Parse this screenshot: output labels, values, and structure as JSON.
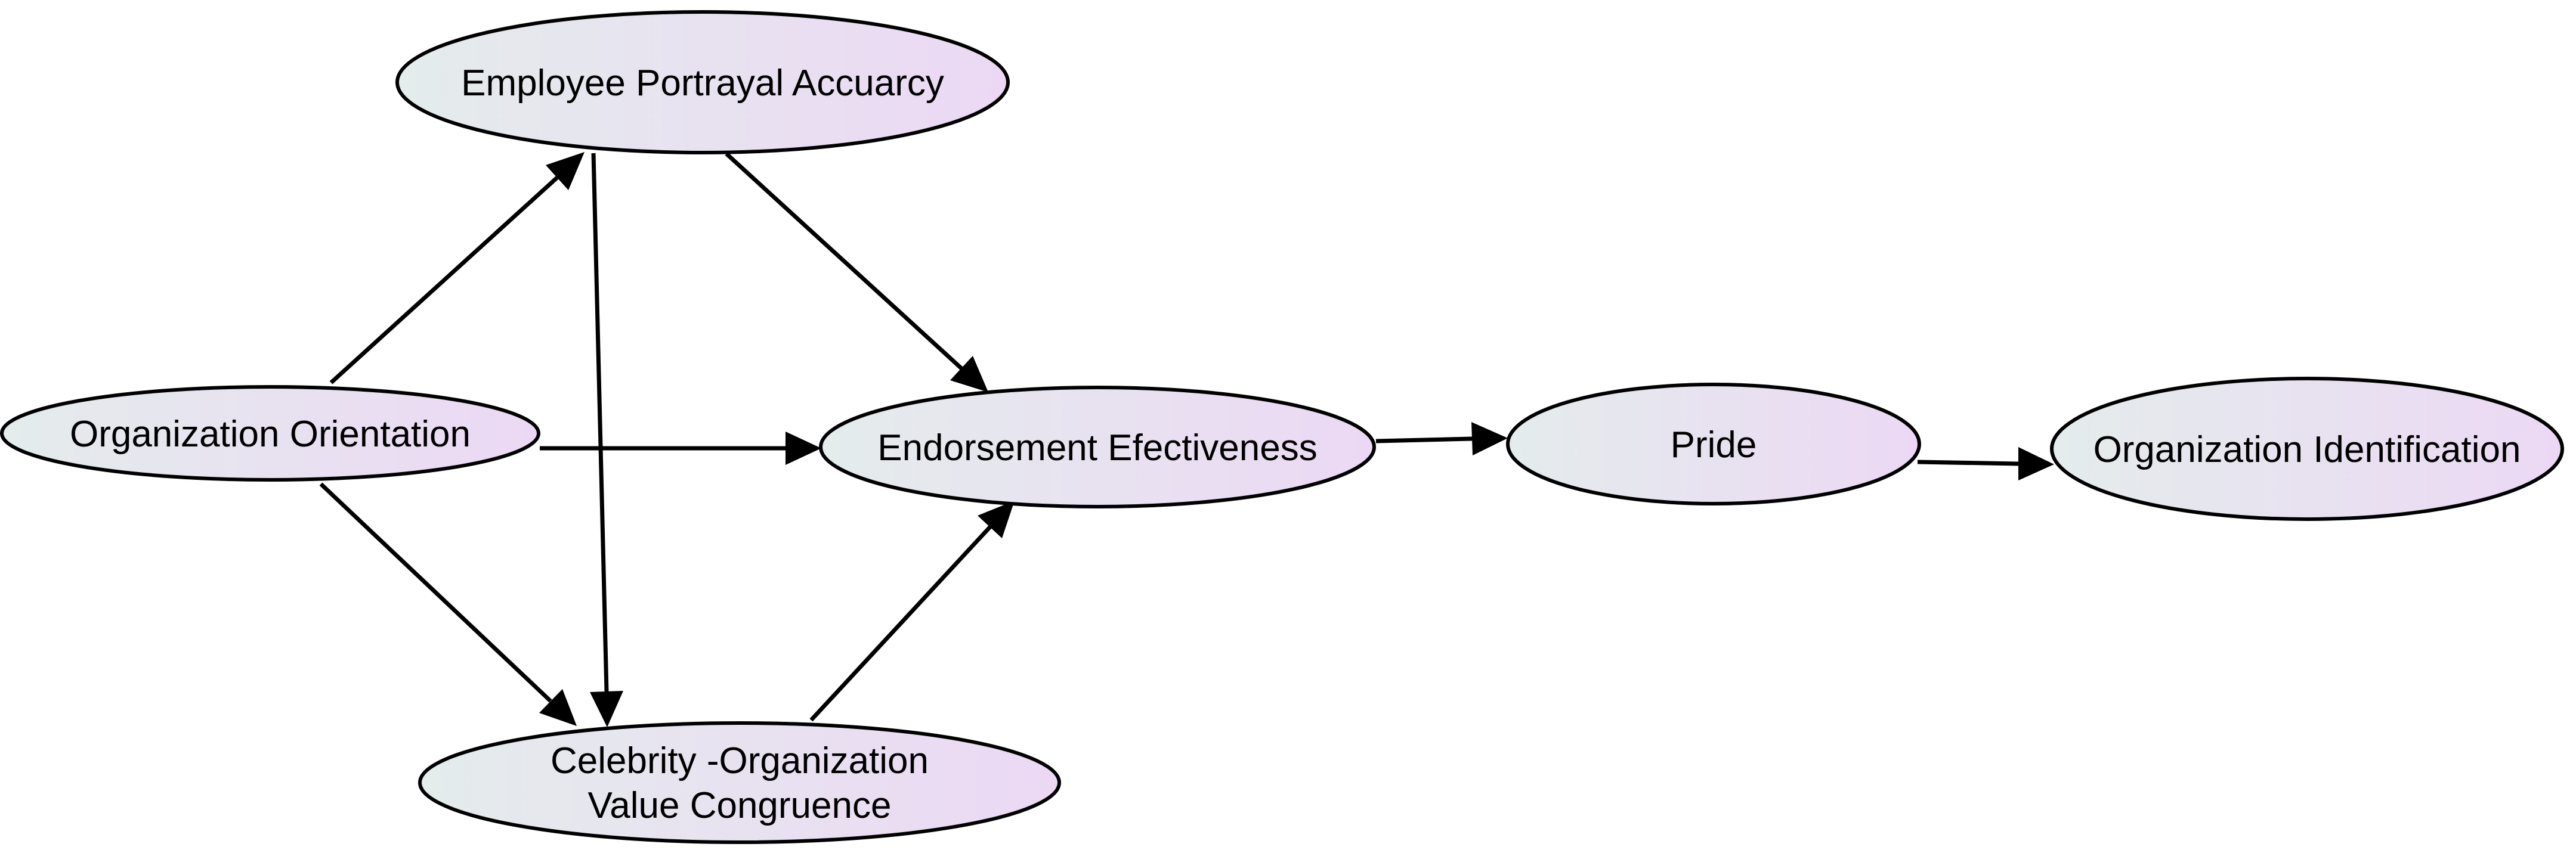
{
  "nodes": {
    "accuracy": {
      "label": "Employee Portrayal Accuarcy"
    },
    "orientation": {
      "label": "Organization Orientation"
    },
    "endorsement": {
      "label": "Endorsement Efectiveness"
    },
    "pride": {
      "label": "Pride"
    },
    "identification": {
      "label": "Organization Identification"
    },
    "congruence": {
      "line1": "Celebrity -Organization",
      "line2": "Value Congruence"
    }
  },
  "edges": [
    {
      "from": "orientation",
      "to": "accuracy"
    },
    {
      "from": "orientation",
      "to": "endorsement"
    },
    {
      "from": "orientation",
      "to": "congruence"
    },
    {
      "from": "accuracy",
      "to": "endorsement"
    },
    {
      "from": "accuracy",
      "to": "congruence"
    },
    {
      "from": "congruence",
      "to": "endorsement"
    },
    {
      "from": "endorsement",
      "to": "pride"
    },
    {
      "from": "pride",
      "to": "identification"
    }
  ],
  "colors": {
    "node_fill_start": "#e4ecec",
    "node_fill_end": "#ecd8f4",
    "stroke": "#000000",
    "background": "#ffffff"
  }
}
